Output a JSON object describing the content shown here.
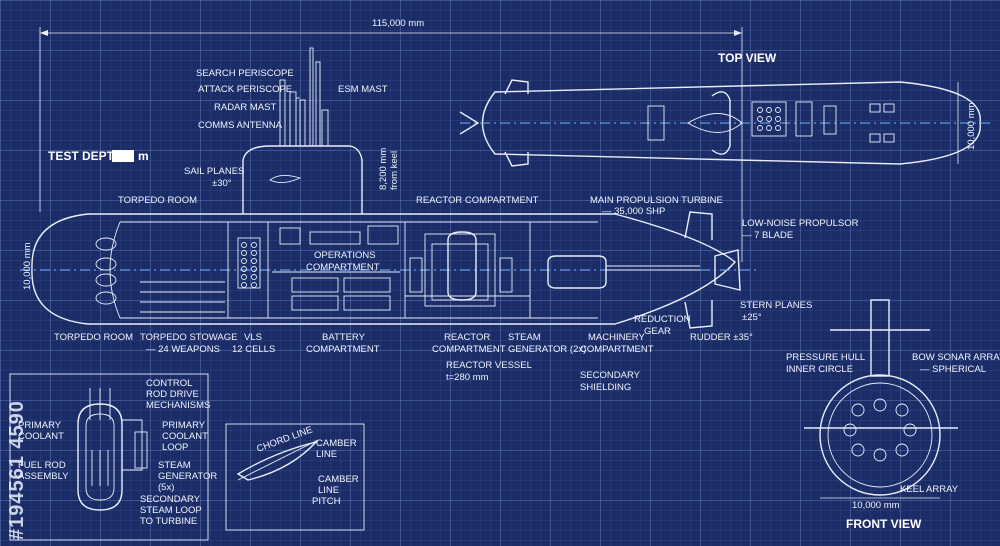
{
  "dimensions": {
    "overall_length": "115,000 mm",
    "height": "10,000 mm",
    "top_width": "10,000 mm",
    "front_width": "10,000 mm",
    "sail_height_a": "8,200 mm",
    "sail_height_b": "from keel"
  },
  "labels": {
    "test_depth": "TEST DEPTH",
    "test_depth_unit": "m",
    "top_view": "TOP VIEW",
    "front_view": "FRONT VIEW",
    "search_periscope": "SEARCH PERISCOPE",
    "attack_periscope": "ATTACK PERISCOPE",
    "radar_mast": "RADAR MAST",
    "comms_antenna": "COMMS ANTENNA",
    "esm_mast": "ESM MAST",
    "sail_planes_a": "SAIL PLANES",
    "sail_planes_b": "±30°",
    "torpedo_room_top": "TORPEDO ROOM",
    "reactor_compartment_top": "REACTOR COMPARTMENT",
    "main_turbine_a": "MAIN PROPULSION TURBINE",
    "main_turbine_b": "— 35,000 SHP",
    "propulsor_a": "LOW-NOISE PROPULSOR",
    "propulsor_b": "— 7 BLADE",
    "operations_a": "OPERATIONS",
    "operations_b": "COMPARTMENT",
    "torpedo_room_bottom": "TORPEDO ROOM",
    "stowage_a": "TORPEDO STOWAGE",
    "stowage_b": "— 24 WEAPONS",
    "vls_a": "VLS",
    "vls_b": "12 CELLS",
    "battery_a": "BATTERY",
    "battery_b": "COMPARTMENT",
    "reactor_comp_a": "REACTOR",
    "reactor_comp_b": "COMPARTMENT",
    "reactor_vessel_a": "REACTOR VESSEL",
    "reactor_vessel_b": "t=280 mm",
    "steam_gen_a": "STEAM",
    "steam_gen_b": "GENERATOR (2x)",
    "machinery_a": "MACHINERY",
    "machinery_b": "COMPARTMENT",
    "secondary_a": "SECONDARY",
    "secondary_b": "SHIELDING",
    "reduction_a": "REDUCTION",
    "reduction_b": "GEAR",
    "stern_planes_a": "STERN PLANES",
    "stern_planes_b": "±25°",
    "rudder": "RUDDER ±35°",
    "pressure_hull_a": "PRESSURE HULL",
    "pressure_hull_b": "INNER CIRCLE",
    "bow_sonar_a": "BOW SONAR ARRAY",
    "bow_sonar_b": "— SPHERICAL",
    "keel_array": "KEEL ARRAY",
    "crdm_a": "CONTROL",
    "crdm_b": "ROD DRIVE",
    "crdm_c": "MECHANISMS",
    "primary_coolant_a": "PRIMARY",
    "primary_coolant_b": "COOLANT",
    "primary_loop_a": "PRIMARY",
    "primary_loop_b": "COOLANT",
    "primary_loop_c": "LOOP",
    "fuel_rod_a": "FUEL ROD",
    "fuel_rod_b": "ASSEMBLY",
    "steam_gen2_a": "STEAM",
    "steam_gen2_b": "GENERATOR",
    "steam_gen2_c": "(5x)",
    "secondary_loop_a": "SECONDARY",
    "secondary_loop_b": "STEAM LOOP",
    "secondary_loop_c": "TO TURBINE",
    "chord_line": "CHORD LINE",
    "camber_line1_a": "CAMBER",
    "camber_line1_b": "LINE",
    "camber_line2_a": "CAMBER",
    "camber_line2_b": "LINE",
    "pitch": "PITCH"
  },
  "watermark_id": "#194561 4590",
  "colors": {
    "background": "#1b2c66",
    "line": "#e9eefc",
    "centerline": "#6fb3ff"
  }
}
